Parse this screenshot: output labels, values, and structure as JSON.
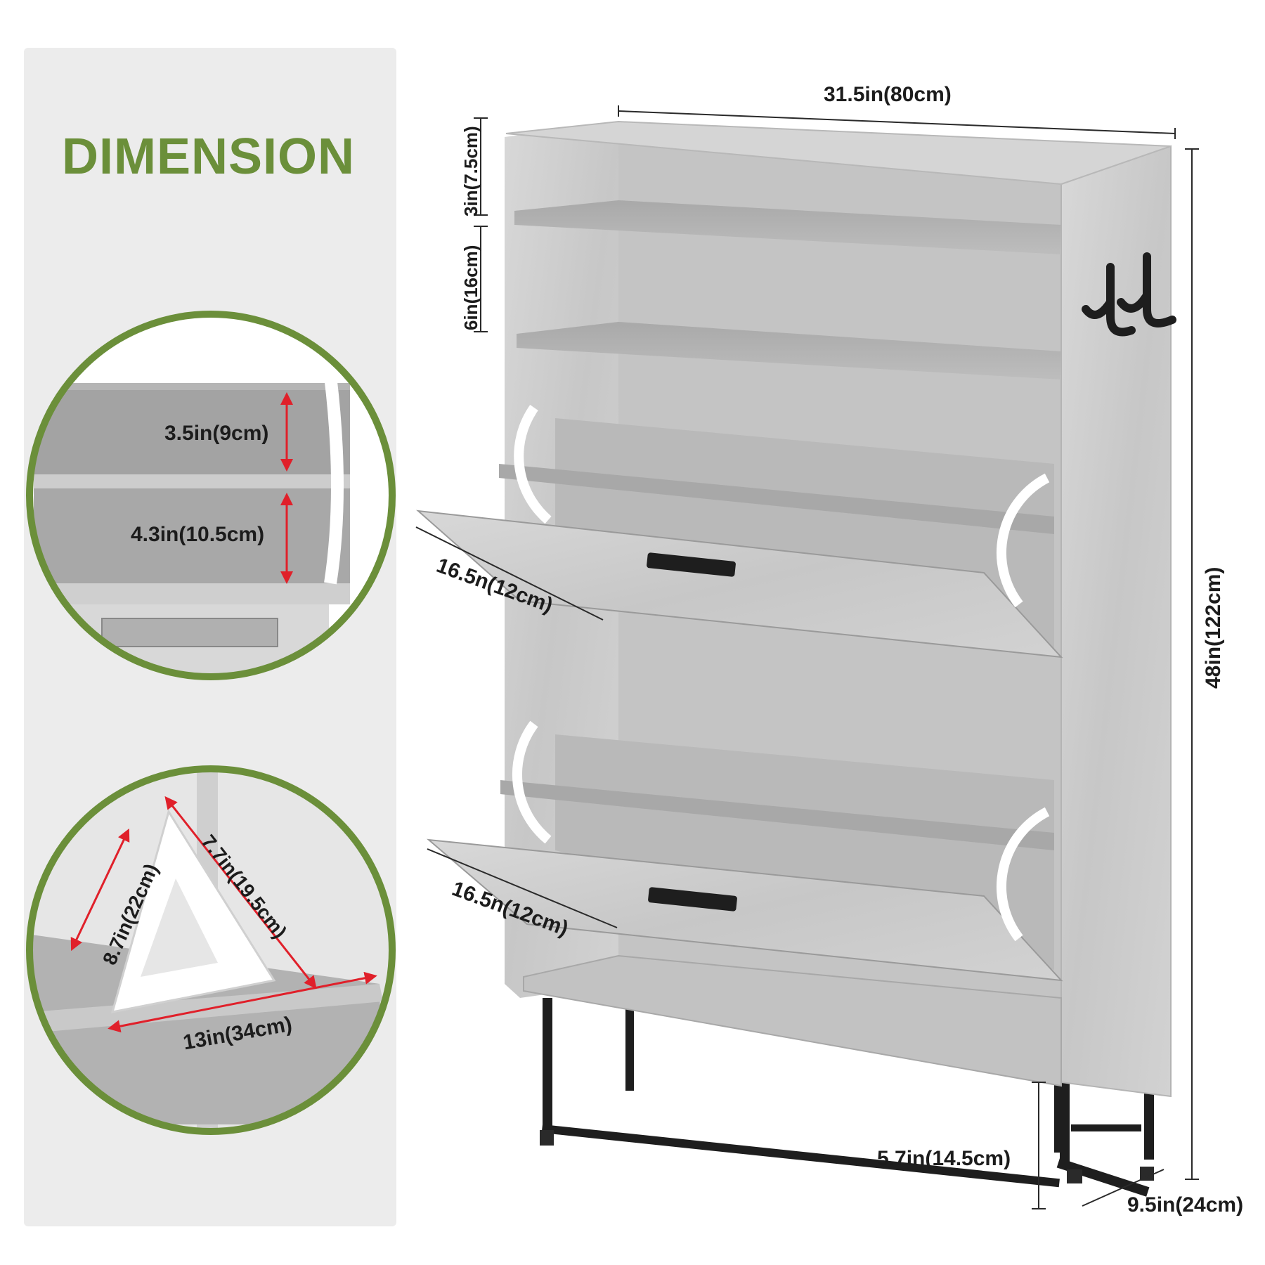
{
  "heading": "DIMENSION",
  "dimensions": {
    "width": "31.5in(80cm)",
    "height": "48in(122cm)",
    "top_rail": "3in(7.5cm)",
    "shelf_gap": "6in(16cm)",
    "flap_upper": "16.5n(12cm)",
    "flap_lower": "16.5n(12cm)",
    "leg_height": "5.7in(14.5cm)",
    "depth": "9.5in(24cm)"
  },
  "detail_top": {
    "upper": "3.5in(9cm)",
    "lower": "4.3in(10.5cm)"
  },
  "detail_bottom": {
    "side": "8.7in(22cm)",
    "diagonal": "7.7in(19.5cm)",
    "base": "13in(34cm)"
  },
  "colors": {
    "accent_green": "#6b8f3a",
    "wood_gray": "#c9c9c9",
    "metal_black": "#1e1e1e",
    "arrow_red": "#e0202a"
  }
}
